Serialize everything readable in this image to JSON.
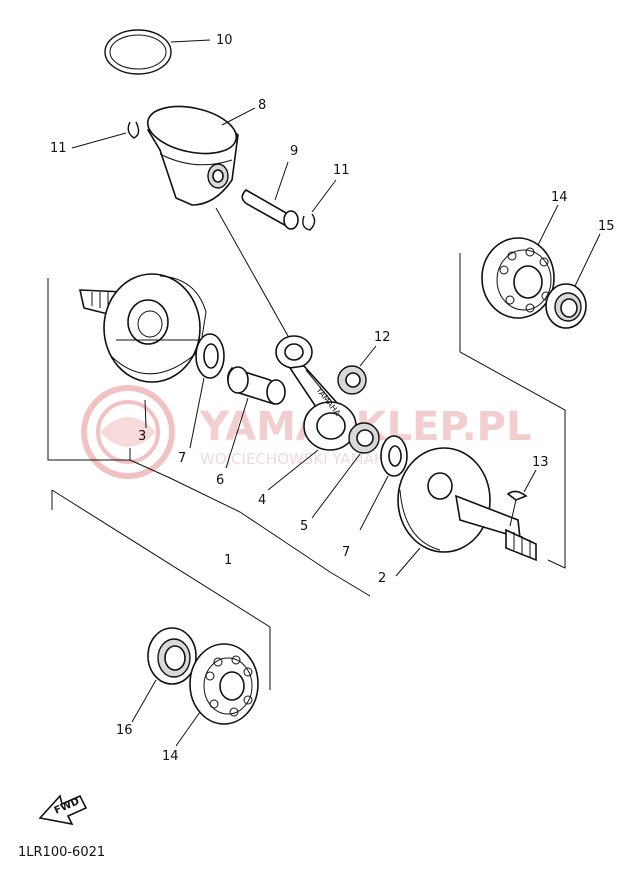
{
  "diagram": {
    "code": "1LR100-6021",
    "fwd_label": "FWD",
    "stamp_text": "YAMAHA",
    "watermark": {
      "title": "YAMASKLEP.PL",
      "subtitle": "WOJCIECHOWSKI YAMAHA"
    },
    "callouts": [
      "10",
      "8",
      "11",
      "9",
      "11",
      "14",
      "15",
      "12",
      "3",
      "7",
      "6",
      "4",
      "5",
      "7",
      "13",
      "1",
      "2",
      "16",
      "14"
    ],
    "accent_color": "#e07070"
  }
}
